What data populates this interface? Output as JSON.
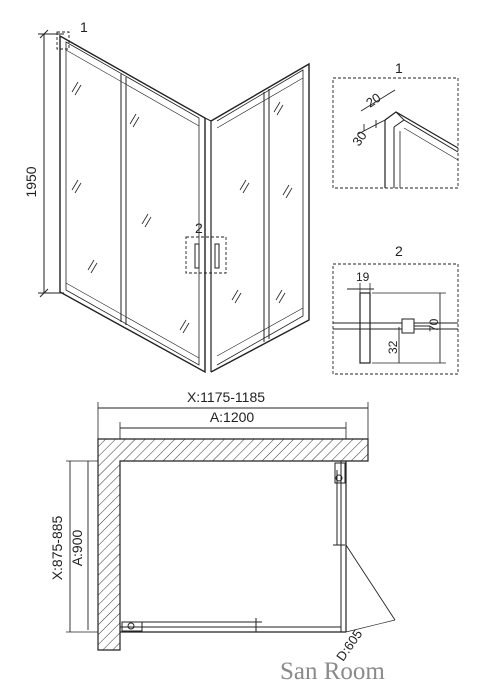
{
  "elevation": {
    "height_label": "1950",
    "callout_1": "1",
    "callout_2": "2"
  },
  "detail_1": {
    "title": "1",
    "dim_a": "20",
    "dim_b": "30"
  },
  "detail_2": {
    "title": "2",
    "dim_width": "19",
    "dim_height": "70",
    "dim_offset": "32"
  },
  "plan": {
    "x_width_range": "X:1175-1185",
    "a_width": "A:1200",
    "x_depth_range": "X:875-885",
    "a_depth": "A:900",
    "door_opening": "D:605"
  },
  "watermark": "San Room"
}
